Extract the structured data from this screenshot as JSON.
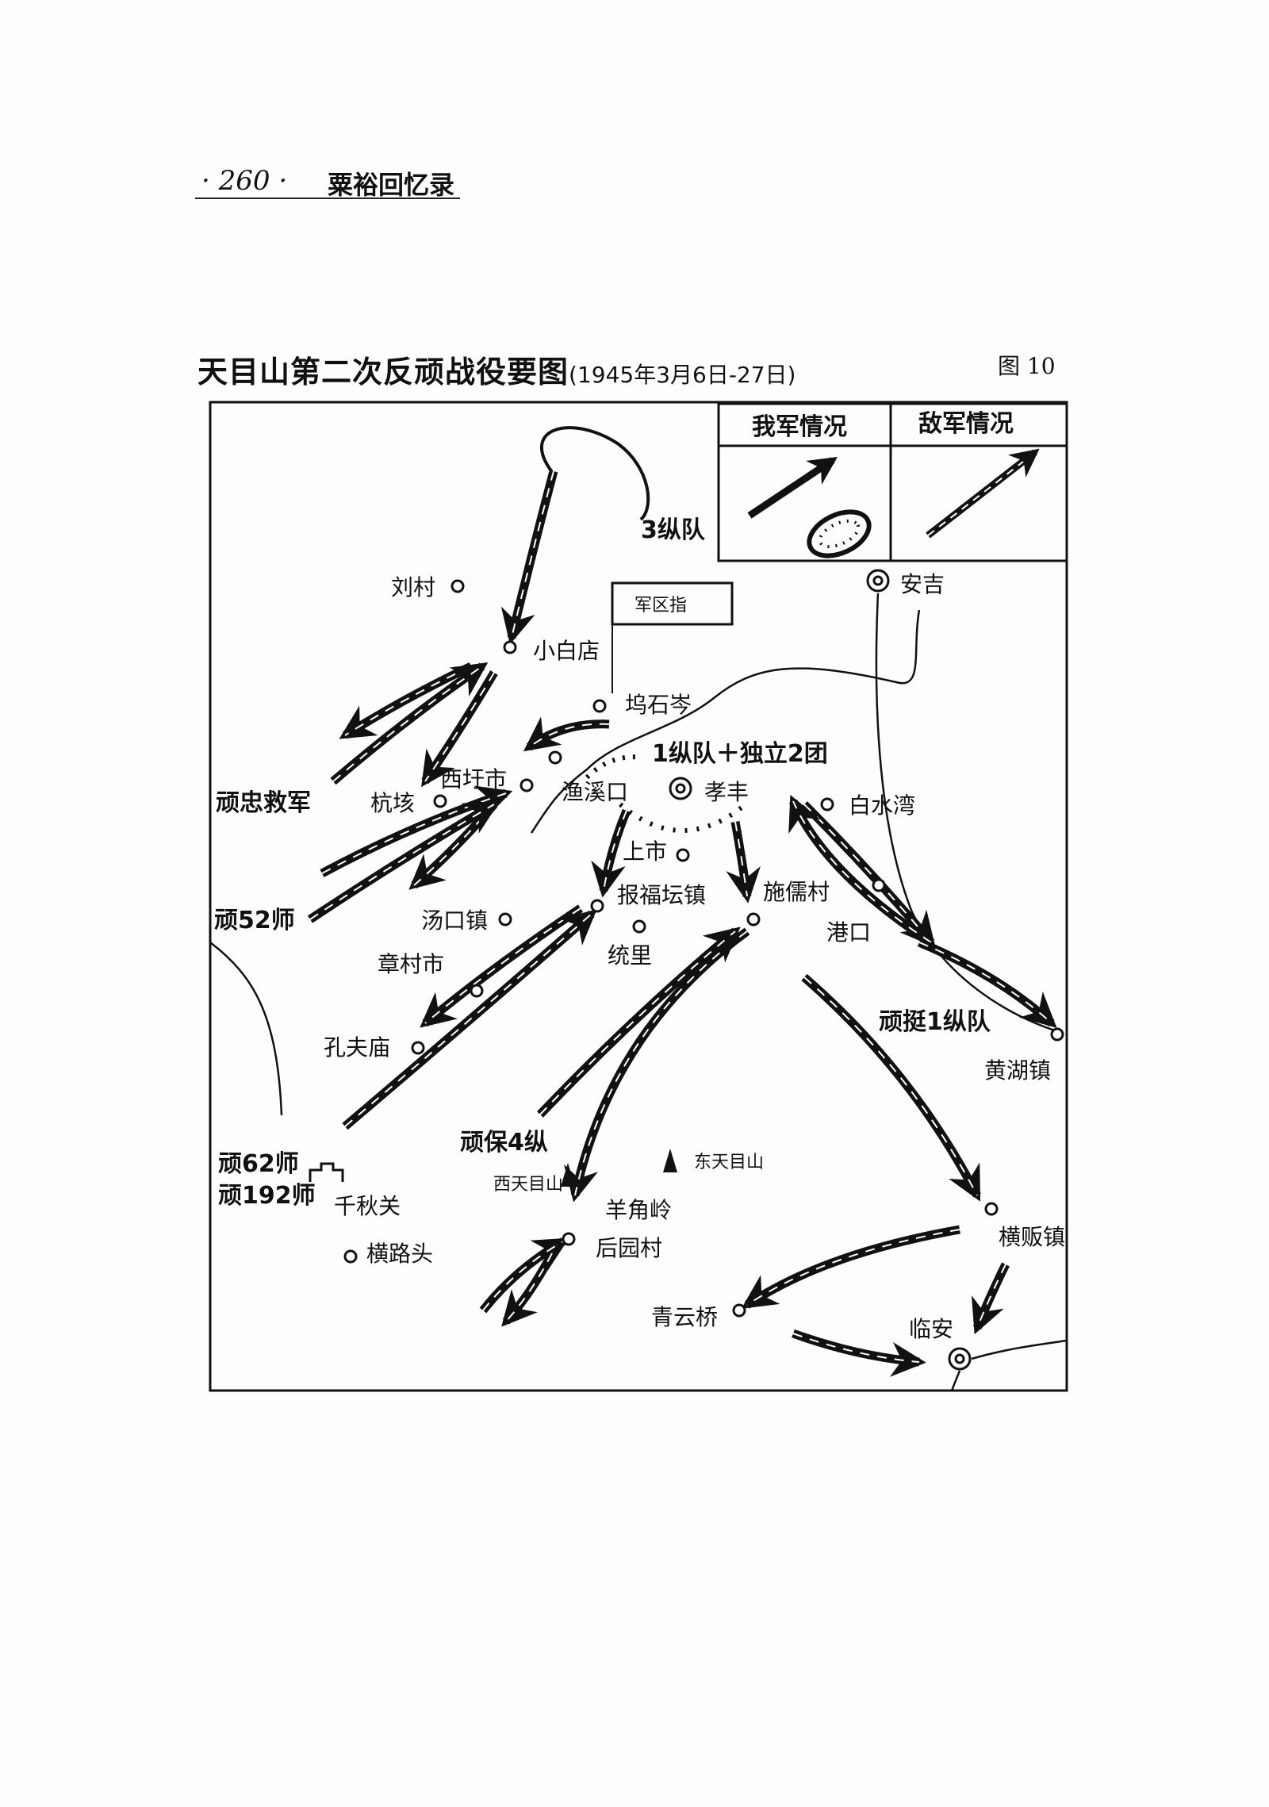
{
  "page_header": {
    "page_number": "· 260 ·",
    "book_title": "粟裕回忆录"
  },
  "map": {
    "title": "天目山第二次反顽战役要图",
    "date_range": "(1945年3月6日-27日)",
    "figure_number": "图 10",
    "legend": {
      "ours": "我军情况",
      "enemy": "敌军情况"
    },
    "hq_flag": "军区指",
    "units": {
      "col3": "3纵队",
      "col1": "1纵队＋独立2团",
      "gzj": "顽忠救军",
      "g52": "顽52师",
      "gt1": "顽挺1纵队",
      "gb4": "顽保4纵",
      "g62": "顽62师",
      "g192": "顽192师"
    },
    "places": {
      "liucun": "刘村",
      "anji": "安吉",
      "xiaobaidian": "小白店",
      "wushicen": "坞石岑",
      "xiweishi": "西圩市",
      "yuxikou": "渔溪口",
      "xiaofeng": "孝丰",
      "hanggai": "杭垓",
      "baishuiwan": "白水湾",
      "shangshi": "上市",
      "baofutan": "报福坛镇",
      "shirucun": "施儒村",
      "tangkou": "汤口镇",
      "gangkou": "港口",
      "tongli": "统里",
      "zhangcun": "章村市",
      "kongfumiao": "孔夫庙",
      "huanghu": "黄湖镇",
      "dongtianmu": "东天目山",
      "xitianmu": "西天目山",
      "qianqiuguan": "千秋关",
      "yangjiaoling": "羊角岭",
      "houyuancun": "后园村",
      "henglutou": "横路头",
      "hengfan": "横贩镇",
      "qingyunqiao": "青云桥",
      "linan": "临安"
    }
  }
}
